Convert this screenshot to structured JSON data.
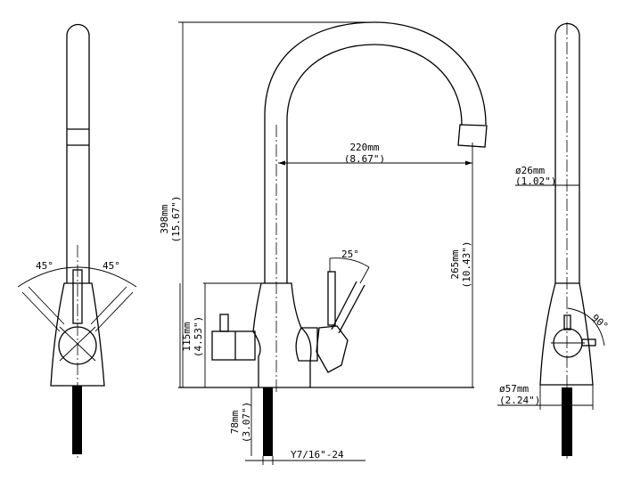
{
  "left_view": {
    "angle_left": "45°",
    "angle_right": "45°"
  },
  "front_view": {
    "height_total": "398mm",
    "height_total_in": "(15.67\")",
    "reach": "220mm",
    "reach_in": "(8.67\")",
    "spout_height": "265mm",
    "spout_height_in": "(10.43\")",
    "body_height": "115mm",
    "body_height_in": "(4.53\")",
    "shank_length": "78mm",
    "shank_length_in": "(3.07\")",
    "thread": "Y7/16\"-24",
    "lever_angle": "25°"
  },
  "side_view": {
    "tube_diameter": "ø26mm",
    "tube_diameter_in": "(1.02\")",
    "base_diameter": "ø57mm",
    "base_diameter_in": "(2.24\")",
    "rotation_angle": "90°"
  }
}
